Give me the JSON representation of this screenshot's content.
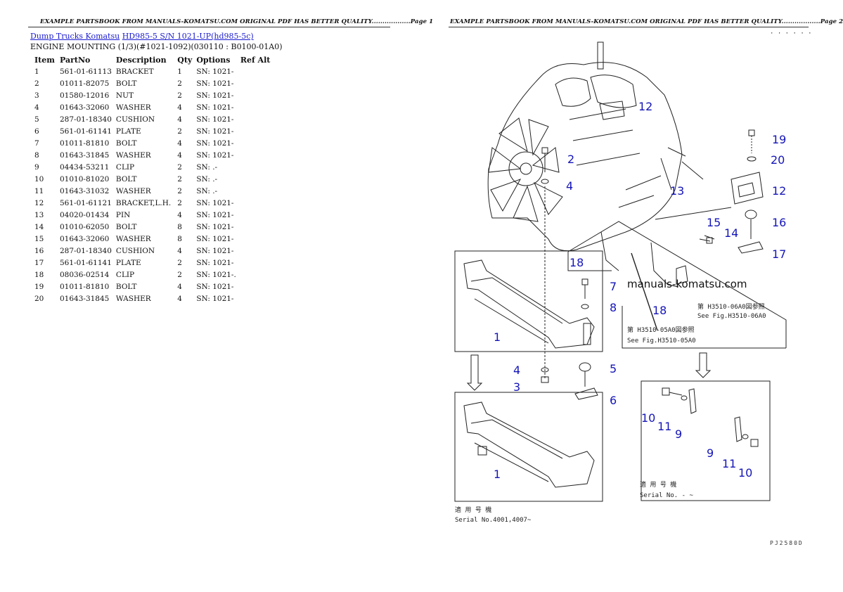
{
  "header": {
    "left": "EXAMPLE PARTSBOOK FROM MANUALS-KOMATSU.COM ORIGINAL PDF HAS BETTER QUALITY..................Page 1",
    "right": "EXAMPLE PARTSBOOK FROM MANUALS-KOMATSU.COM ORIGINAL PDF HAS BETTER QUALITY..................Page 2"
  },
  "breadcrumb": {
    "link1": "Dump Trucks Komatsu",
    "link2": "HD985-5 S/N 1021-UP(hd985-5c)"
  },
  "subtitle": "ENGINE MOUNTING (1/3)(#1021-1092)(030110 : B0100-01A0)",
  "table": {
    "headers": [
      "Item",
      "PartNo",
      "Description",
      "Qty",
      "Options",
      "Ref Alt"
    ],
    "rows": [
      [
        "1",
        "561-01-61113",
        "BRACKET",
        "1",
        "SN: 1021-",
        ""
      ],
      [
        "2",
        "01011-82075",
        "BOLT",
        "2",
        "SN: 1021-",
        ""
      ],
      [
        "3",
        "01580-12016",
        "NUT",
        "2",
        "SN: 1021-",
        ""
      ],
      [
        "4",
        "01643-32060",
        "WASHER",
        "4",
        "SN: 1021-",
        ""
      ],
      [
        "5",
        "287-01-18340",
        "CUSHION",
        "4",
        "SN: 1021-",
        ""
      ],
      [
        "6",
        "561-01-61141",
        "PLATE",
        "2",
        "SN: 1021-",
        ""
      ],
      [
        "7",
        "01011-81810",
        "BOLT",
        "4",
        "SN: 1021-",
        ""
      ],
      [
        "8",
        "01643-31845",
        "WASHER",
        "4",
        "SN: 1021-",
        ""
      ],
      [
        "9",
        "04434-53211",
        "CLIP",
        "2",
        "SN: .-",
        ""
      ],
      [
        "10",
        "01010-81020",
        "BOLT",
        "2",
        "SN: .-",
        ""
      ],
      [
        "11",
        "01643-31032",
        "WASHER",
        "2",
        "SN: .-",
        ""
      ],
      [
        "12",
        "561-01-61121",
        "BRACKET,L.H.",
        "2",
        "SN: 1021-",
        ""
      ],
      [
        "13",
        "04020-01434",
        "PIN",
        "4",
        "SN: 1021-",
        ""
      ],
      [
        "14",
        "01010-62050",
        "BOLT",
        "8",
        "SN: 1021-",
        ""
      ],
      [
        "15",
        "01643-32060",
        "WASHER",
        "8",
        "SN: 1021-",
        ""
      ],
      [
        "16",
        "287-01-18340",
        "CUSHION",
        "4",
        "SN: 1021-",
        ""
      ],
      [
        "17",
        "561-01-61141",
        "PLATE",
        "2",
        "SN: 1021-",
        ""
      ],
      [
        "18",
        "08036-02514",
        "CLIP",
        "2",
        "SN: 1021-.",
        ""
      ],
      [
        "19",
        "01011-81810",
        "BOLT",
        "4",
        "SN: 1021-",
        ""
      ],
      [
        "20",
        "01643-31845",
        "WASHER",
        "4",
        "SN: 1021-",
        ""
      ]
    ]
  },
  "diagram": {
    "watermark": "manuals-komatsu.com",
    "callouts": [
      "12",
      "2",
      "4",
      "19",
      "20",
      "13",
      "12",
      "15",
      "14",
      "16",
      "17",
      "18",
      "7",
      "8",
      "18",
      "1",
      "4",
      "5",
      "3",
      "6",
      "1",
      "10",
      "11",
      "9",
      "9",
      "11",
      "10"
    ],
    "ref_jp_1": "第 H3510-06A0図参照",
    "ref_en_1": "See Fig.H3510-06A0",
    "ref_jp_2": "第 H3510-05A0図参照",
    "ref_en_2": "See Fig.H3510-05A0",
    "serial_jp_1": "適 用 号 機",
    "serial_en_1": "Serial No.4001,4007~",
    "serial_jp_2": "適 用 号 機",
    "serial_en_2": "Serial No.   -   ~"
  },
  "footer_code": "PJ2580D"
}
